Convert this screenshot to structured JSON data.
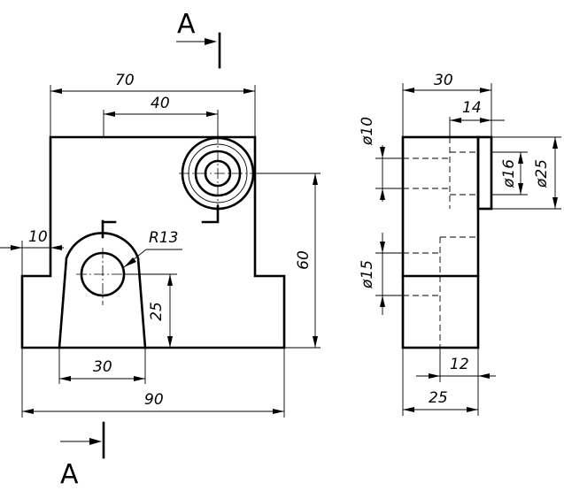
{
  "section": {
    "top_label": "A",
    "bottom_label": "A"
  },
  "front_view": {
    "dimensions": {
      "overall_width": "70",
      "hole_spacing": "40",
      "ledge_width": "10",
      "radius": "R13",
      "lug_height": "25",
      "height": "60",
      "lug_base_width": "30",
      "base_width": "90"
    }
  },
  "side_view": {
    "dimensions": {
      "depth": "30",
      "boss_depth": "14",
      "dia_small": "ø10",
      "dia_medium": "ø16",
      "dia_large": "ø25",
      "dia_lug_hole": "ø15",
      "lug_offset": "12",
      "lug_depth": "25"
    }
  }
}
